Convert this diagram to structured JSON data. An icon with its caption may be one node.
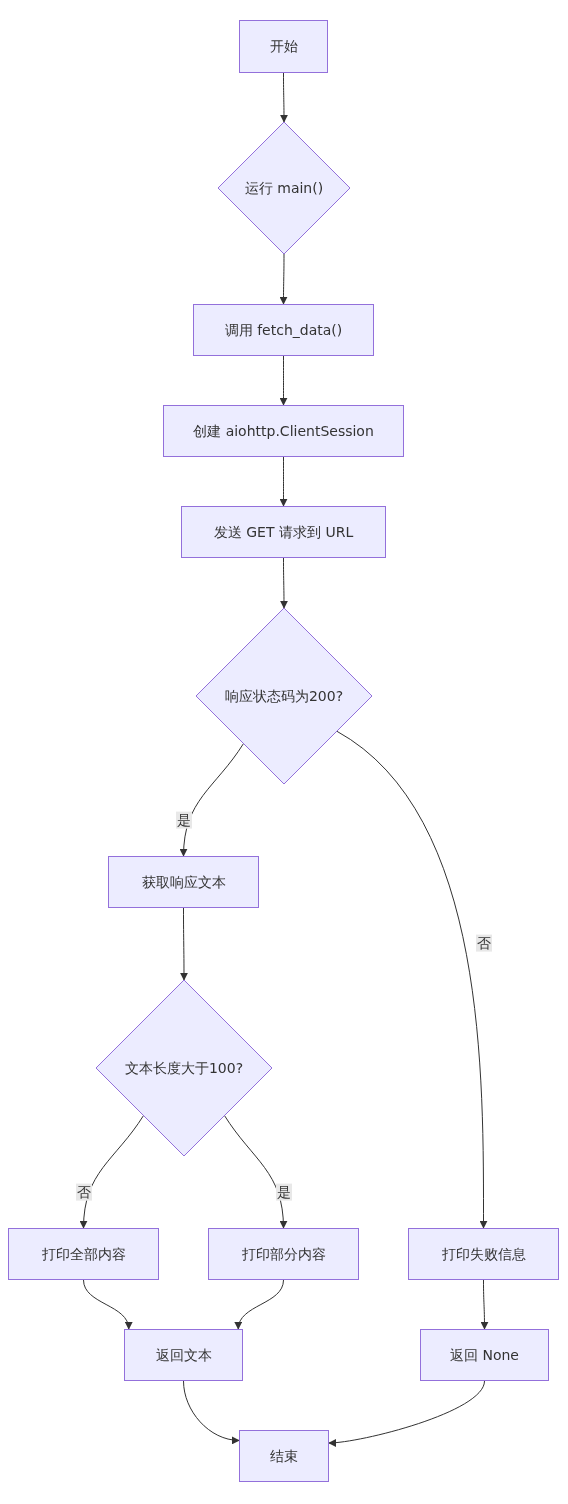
{
  "diagram": {
    "nodes": [
      {
        "text": [
          "开始"
        ]
      },
      {
        "text": [
          "运行 main()"
        ]
      },
      {
        "text": [
          "调用 fetch_data()"
        ]
      },
      {
        "text": [
          "创建 aiohttp.ClientSession"
        ]
      },
      {
        "text": [
          "发送 GET 请求到 URL"
        ]
      },
      {
        "text": [
          "响应状态码为200?"
        ]
      },
      {
        "text": [
          "获取响应文本"
        ]
      },
      {
        "text": [
          "文本长度大于100?"
        ]
      },
      {
        "text": [
          "打印全部内容"
        ]
      },
      {
        "text": [
          "打印部分内容"
        ]
      },
      {
        "text": [
          "打印失败信息"
        ]
      },
      {
        "text": [
          "返回文本"
        ]
      },
      {
        "text": [
          "返回 None"
        ]
      },
      {
        "text": [
          "结束"
        ]
      }
    ],
    "edges": [
      {
        "from": 0,
        "to": 1,
        "arrow": "to"
      },
      {
        "from": 1,
        "to": 2,
        "arrow": "to"
      },
      {
        "from": 2,
        "to": 3,
        "arrow": "to"
      },
      {
        "from": 3,
        "to": 4,
        "arrow": "to"
      },
      {
        "from": 4,
        "to": 5,
        "arrow": "to"
      },
      {
        "from": 5,
        "to": 6,
        "arrow": "to",
        "label": "是"
      },
      {
        "from": 5,
        "to": 10,
        "arrow": "to",
        "label": "否"
      },
      {
        "from": 6,
        "to": 7,
        "arrow": "to"
      },
      {
        "from": 7,
        "to": 8,
        "arrow": "to",
        "label": "否"
      },
      {
        "from": 7,
        "to": 9,
        "arrow": "to",
        "label": "是"
      },
      {
        "from": 8,
        "to": 11,
        "arrow": "to"
      },
      {
        "from": 9,
        "to": 11,
        "arrow": "to"
      },
      {
        "from": 10,
        "to": 12,
        "arrow": "to"
      },
      {
        "from": 11,
        "to": 13,
        "arrow": "to"
      },
      {
        "from": 12,
        "to": 13,
        "arrow": "to"
      }
    ]
  }
}
